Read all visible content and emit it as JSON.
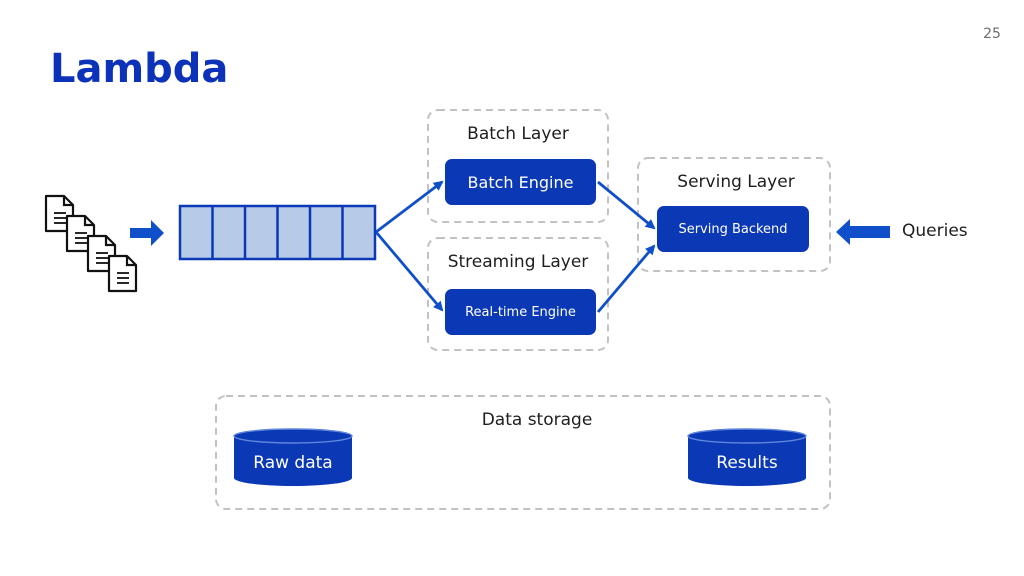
{
  "slide": {
    "page_number": "25",
    "title": "Lambda"
  },
  "diagram": {
    "batch_layer_label": "Batch Layer",
    "batch_engine_label": "Batch Engine",
    "streaming_layer_label": "Streaming Layer",
    "realtime_engine_label": "Real-time Engine",
    "serving_layer_label": "Serving Layer",
    "serving_backend_label": "Serving Backend",
    "queries_label": "Queries",
    "data_storage_label": "Data storage",
    "raw_data_label": "Raw data",
    "results_label": "Results",
    "queue_slots": 6,
    "documents_count": 4
  },
  "colors": {
    "primary_blue": "#0b38b5",
    "title_blue": "#0b32b8",
    "queue_fill": "#b7cbe8",
    "queue_border": "#0b38b5",
    "arrow_blue": "#0f4fc9",
    "dashed_border": "#c2c2c2"
  },
  "icons": {
    "document": "document-icon",
    "arrow": "arrow-right-icon"
  }
}
